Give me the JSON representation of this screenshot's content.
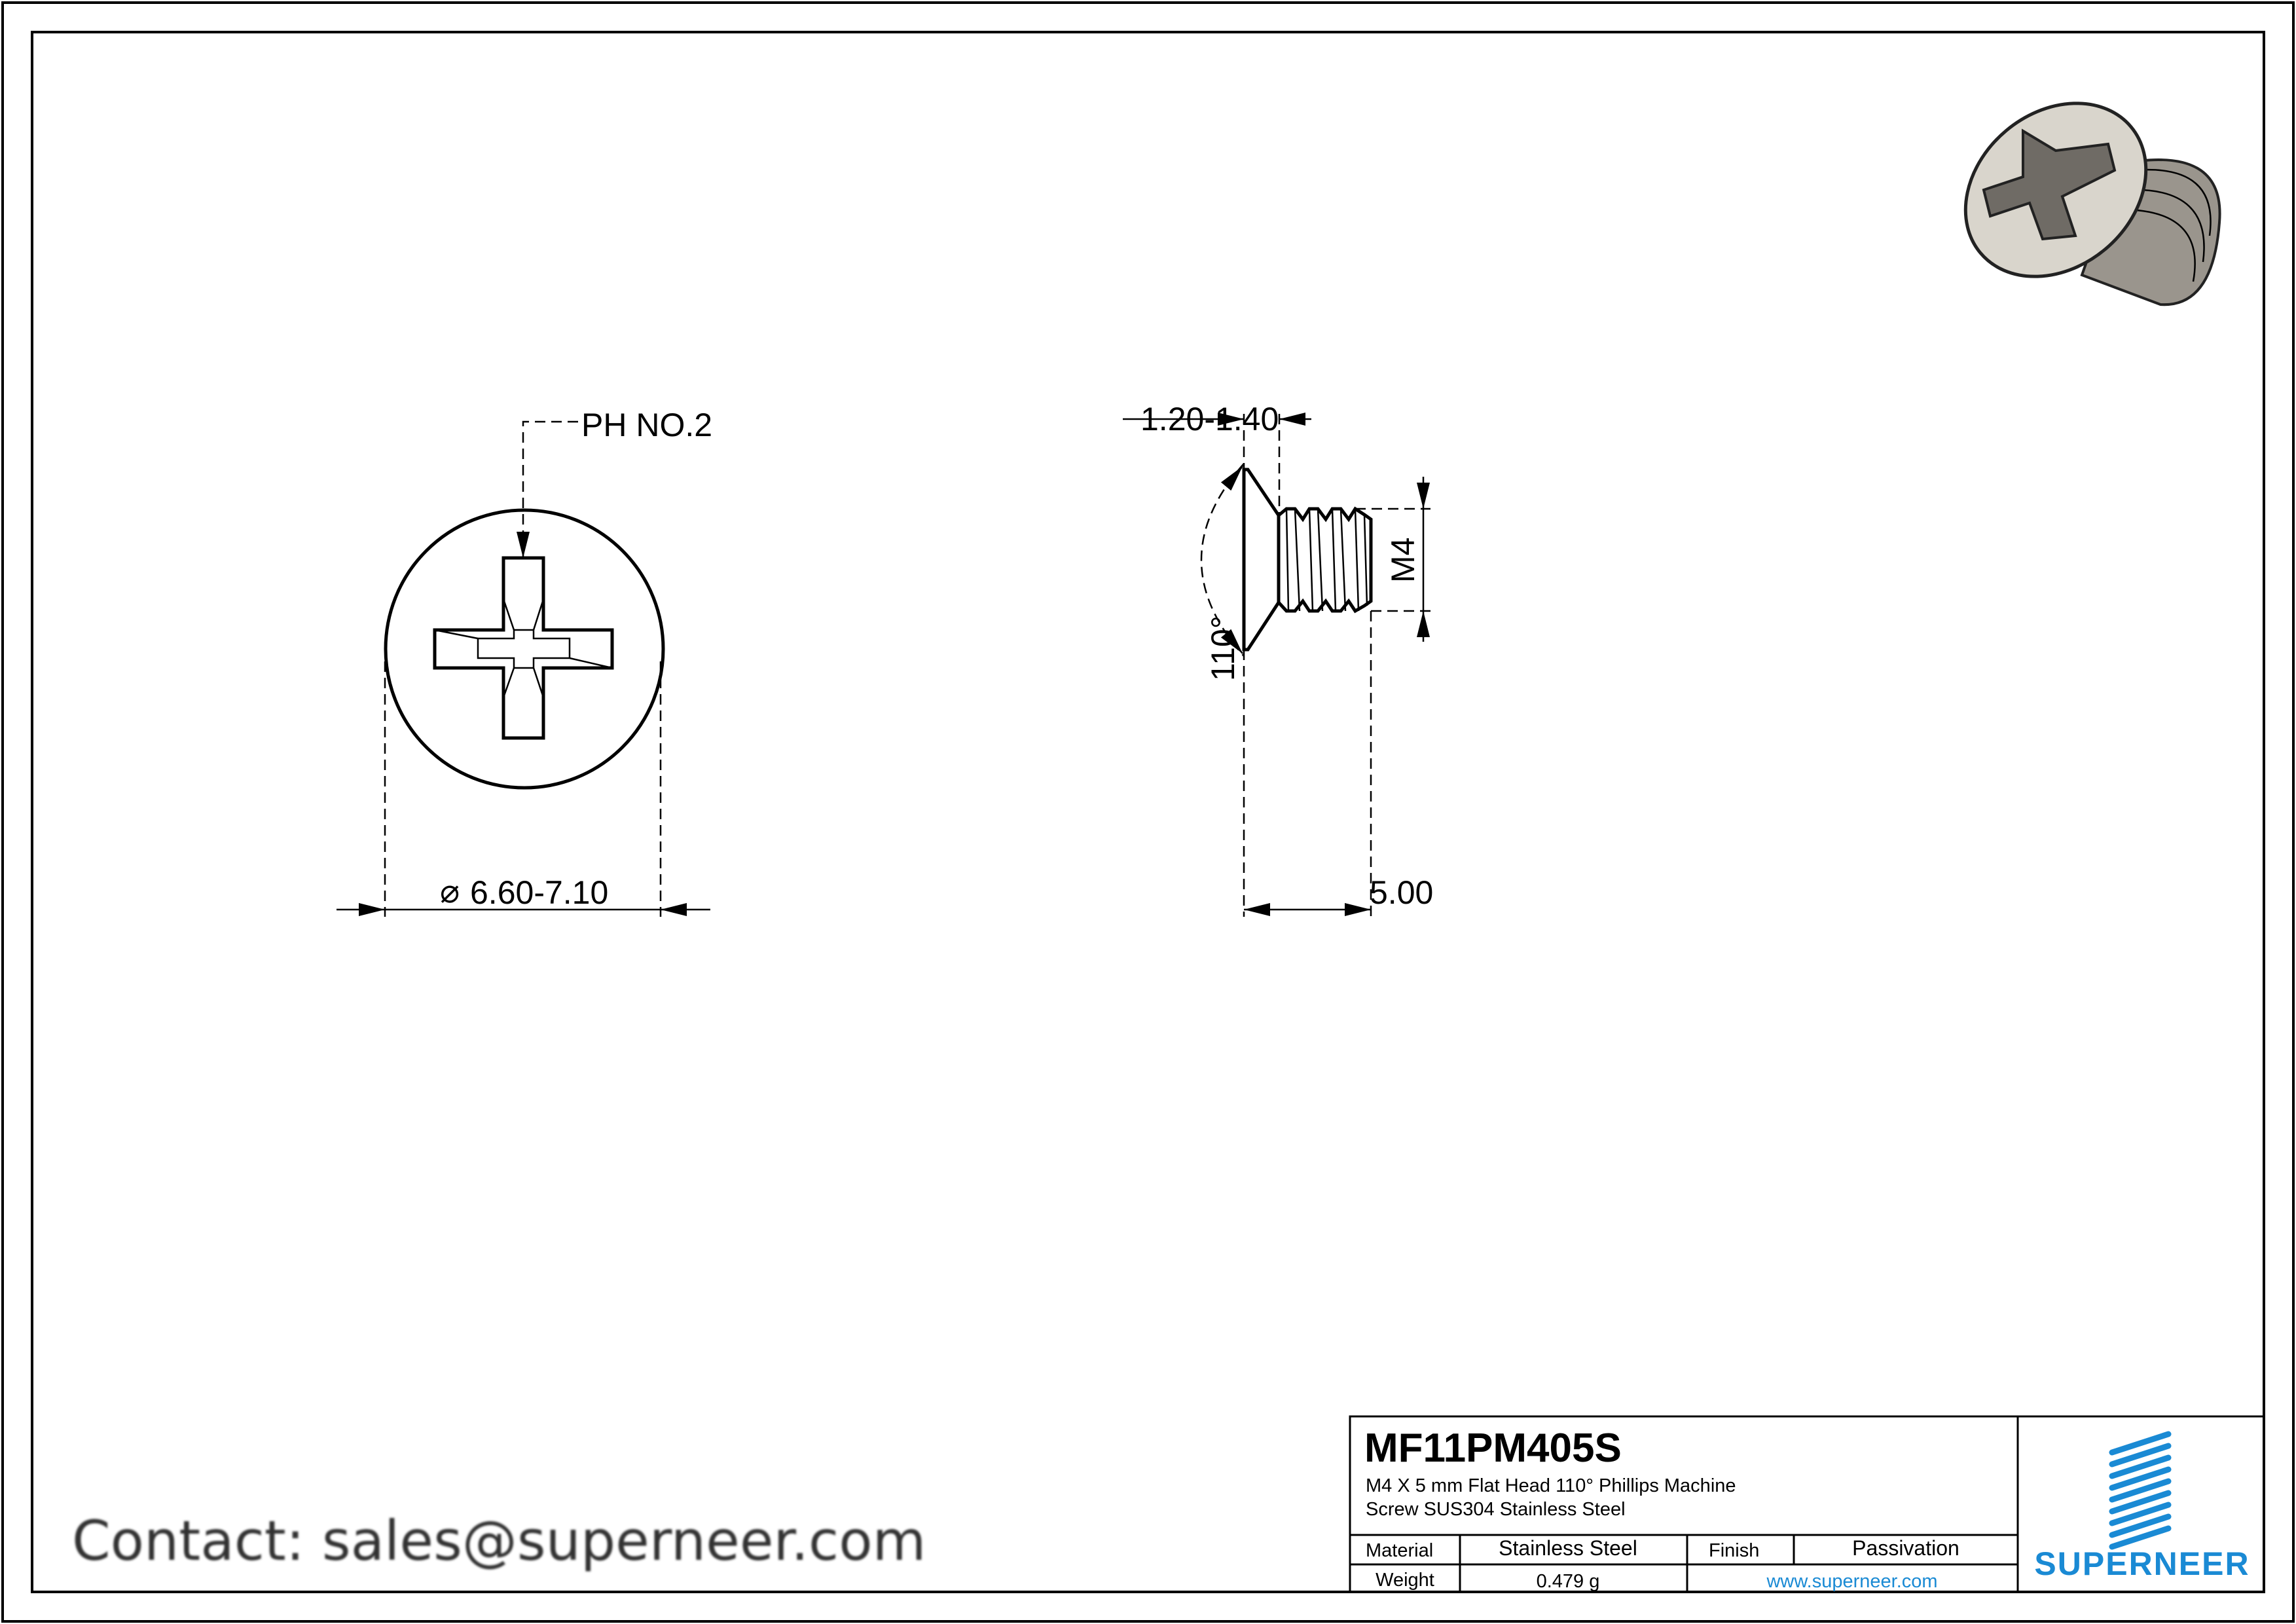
{
  "drawing": {
    "front_view": {
      "recess_label": "PH NO.2",
      "diameter_label": "6.60-7.10",
      "diameter_symbol": "⌀"
    },
    "side_view": {
      "head_height_label": "1.20-1.40",
      "angle_label": "110°",
      "thread_label": "M4",
      "length_label": "5.00"
    }
  },
  "title_block": {
    "part_number": "MF11PM405S",
    "description_line1": "M4 X 5 mm  Flat Head 110° Phillips Machine",
    "description_line2": "Screw SUS304 Stainless Steel",
    "material_label": "Material",
    "material_value": "Stainless Steel",
    "finish_label": "Finish",
    "finish_value": "Passivation",
    "weight_label": "Weight",
    "weight_value": "0.479 g",
    "website": "www.superneer.com",
    "brand": "SUPERNEER",
    "brand_color": "#1a8ad4"
  },
  "contact": "Contact: sales@superneer.com"
}
